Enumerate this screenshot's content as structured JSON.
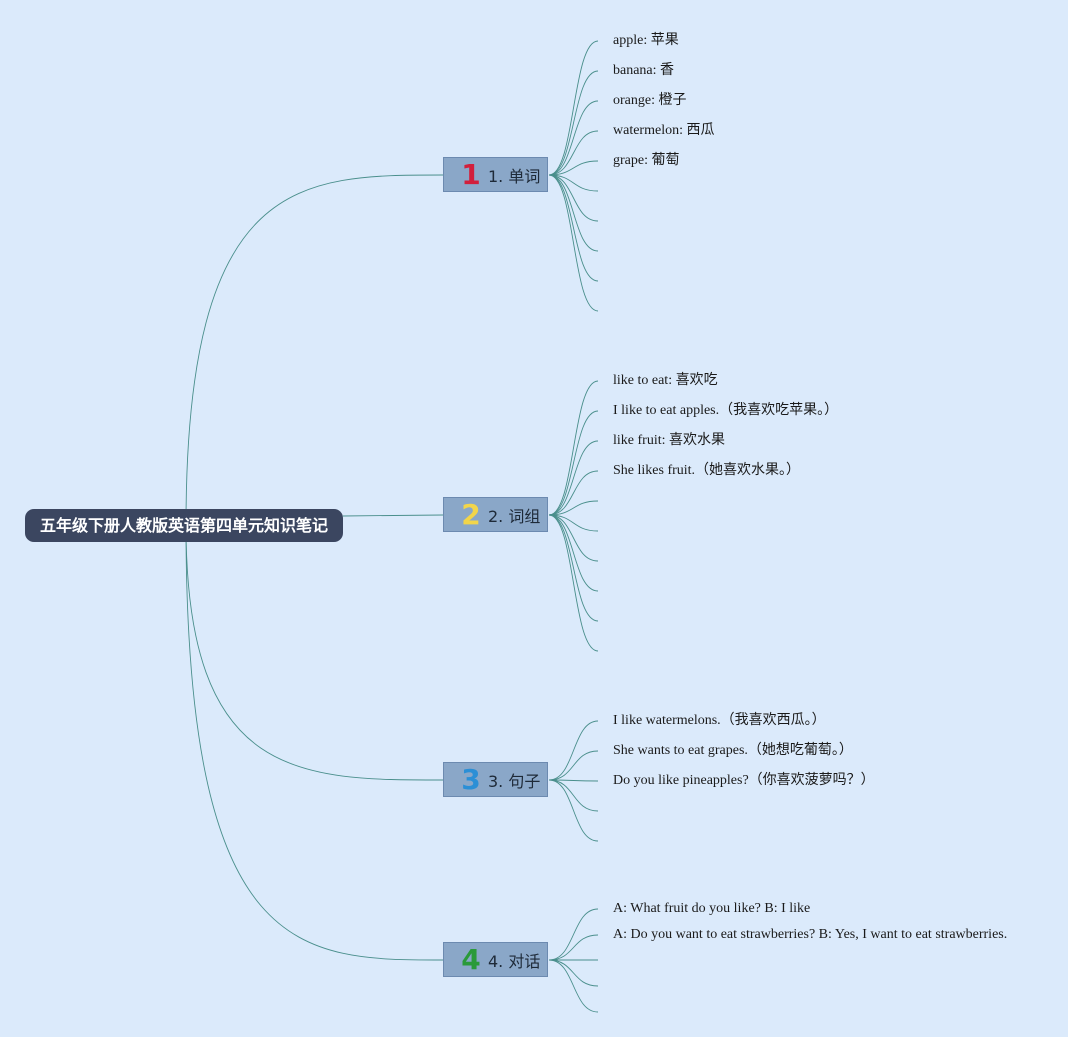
{
  "root": {
    "title": "五年级下册人教版英语第四单元知识笔记"
  },
  "branches": [
    {
      "number": "1",
      "number_color": "#d21f3c",
      "label": "1. 单词",
      "items": [
        "apple: 苹果",
        "banana: 香",
        "orange: 橙子",
        "watermelon: 西瓜",
        "grape: 葡萄"
      ]
    },
    {
      "number": "2",
      "number_color": "#f2d54a",
      "label": "2. 词组",
      "items": [
        "like to eat: 喜欢吃",
        "I like to eat apples.（我喜欢吃苹果。）",
        "like fruit: 喜欢水果",
        "She likes fruit.（她喜欢水果。）"
      ]
    },
    {
      "number": "3",
      "number_color": "#2b8fd6",
      "label": "3. 句子",
      "items": [
        "I like watermelons.（我喜欢西瓜。）",
        "She wants to eat grapes.（她想吃葡萄。）",
        "Do you like pineapples?（你喜欢菠萝吗？）"
      ]
    },
    {
      "number": "4",
      "number_color": "#2a9a3a",
      "label": "4. 对话",
      "items": [
        "A: What fruit do you like? B: I like",
        "A: Do you want to eat strawberries? B: Yes, I want to eat strawberries."
      ]
    }
  ],
  "colors": {
    "background": "#dbeafb",
    "line": "#4a8f8c",
    "root_fill": "#3b4660",
    "branch_fill": "#8aa7c8"
  }
}
